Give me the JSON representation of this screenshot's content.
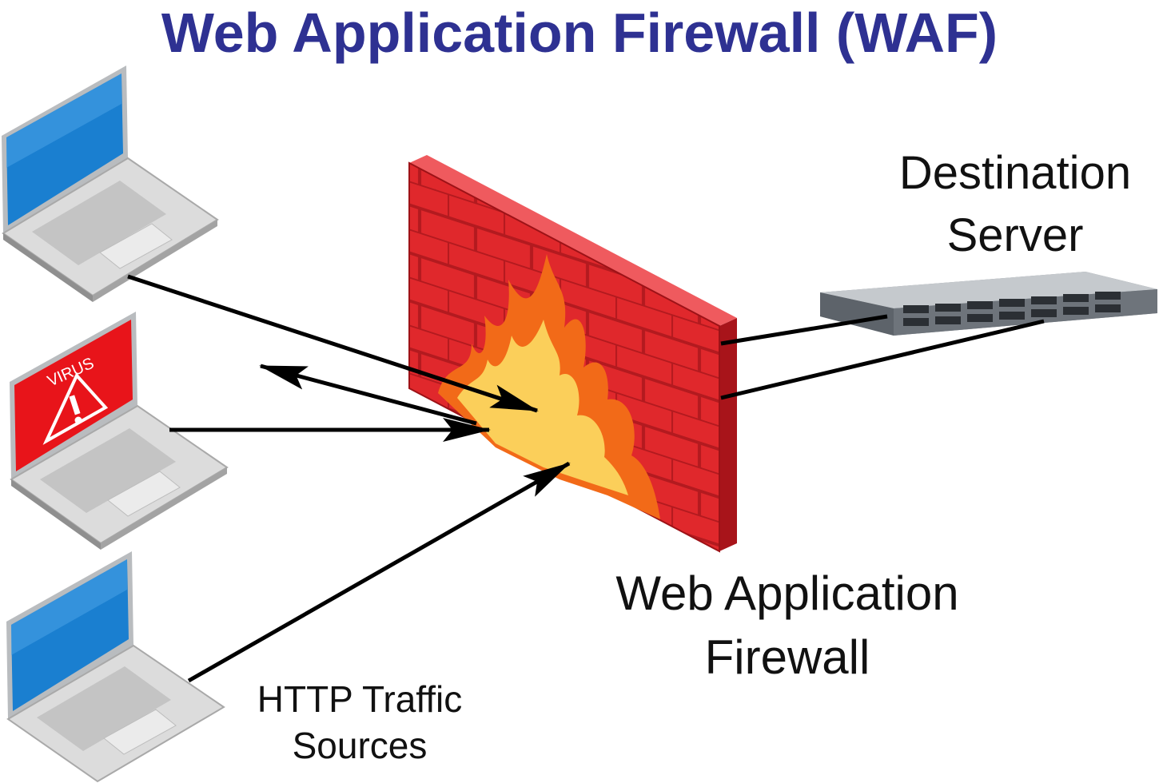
{
  "title": "Web Application Firewall (WAF)",
  "labels": {
    "destination": "Destination Server",
    "destination_line1": "Destination",
    "destination_line2": "Server",
    "waf": "Web Application Firewall",
    "waf_line1": "Web Application",
    "waf_line2": "Firewall",
    "sources": "HTTP Traffic Sources",
    "sources_line1": "HTTP Traffic",
    "sources_line2": "Sources",
    "virus": "VIRUS"
  },
  "icons": [
    "laptop-icon",
    "infected-laptop-icon",
    "warning-icon",
    "brick-wall-icon",
    "fire-icon",
    "rack-server-icon",
    "arrow-icon"
  ],
  "colors": {
    "title": "#2e3192",
    "laptop_screen": "#1a7fd0",
    "infected_screen": "#e8141a",
    "wall_front": "#e0282c",
    "wall_side": "#a8141a",
    "fire_outer": "#f26a18",
    "fire_inner": "#fbcf5a",
    "server_body": "#8c9299",
    "arrow": "#000000"
  }
}
